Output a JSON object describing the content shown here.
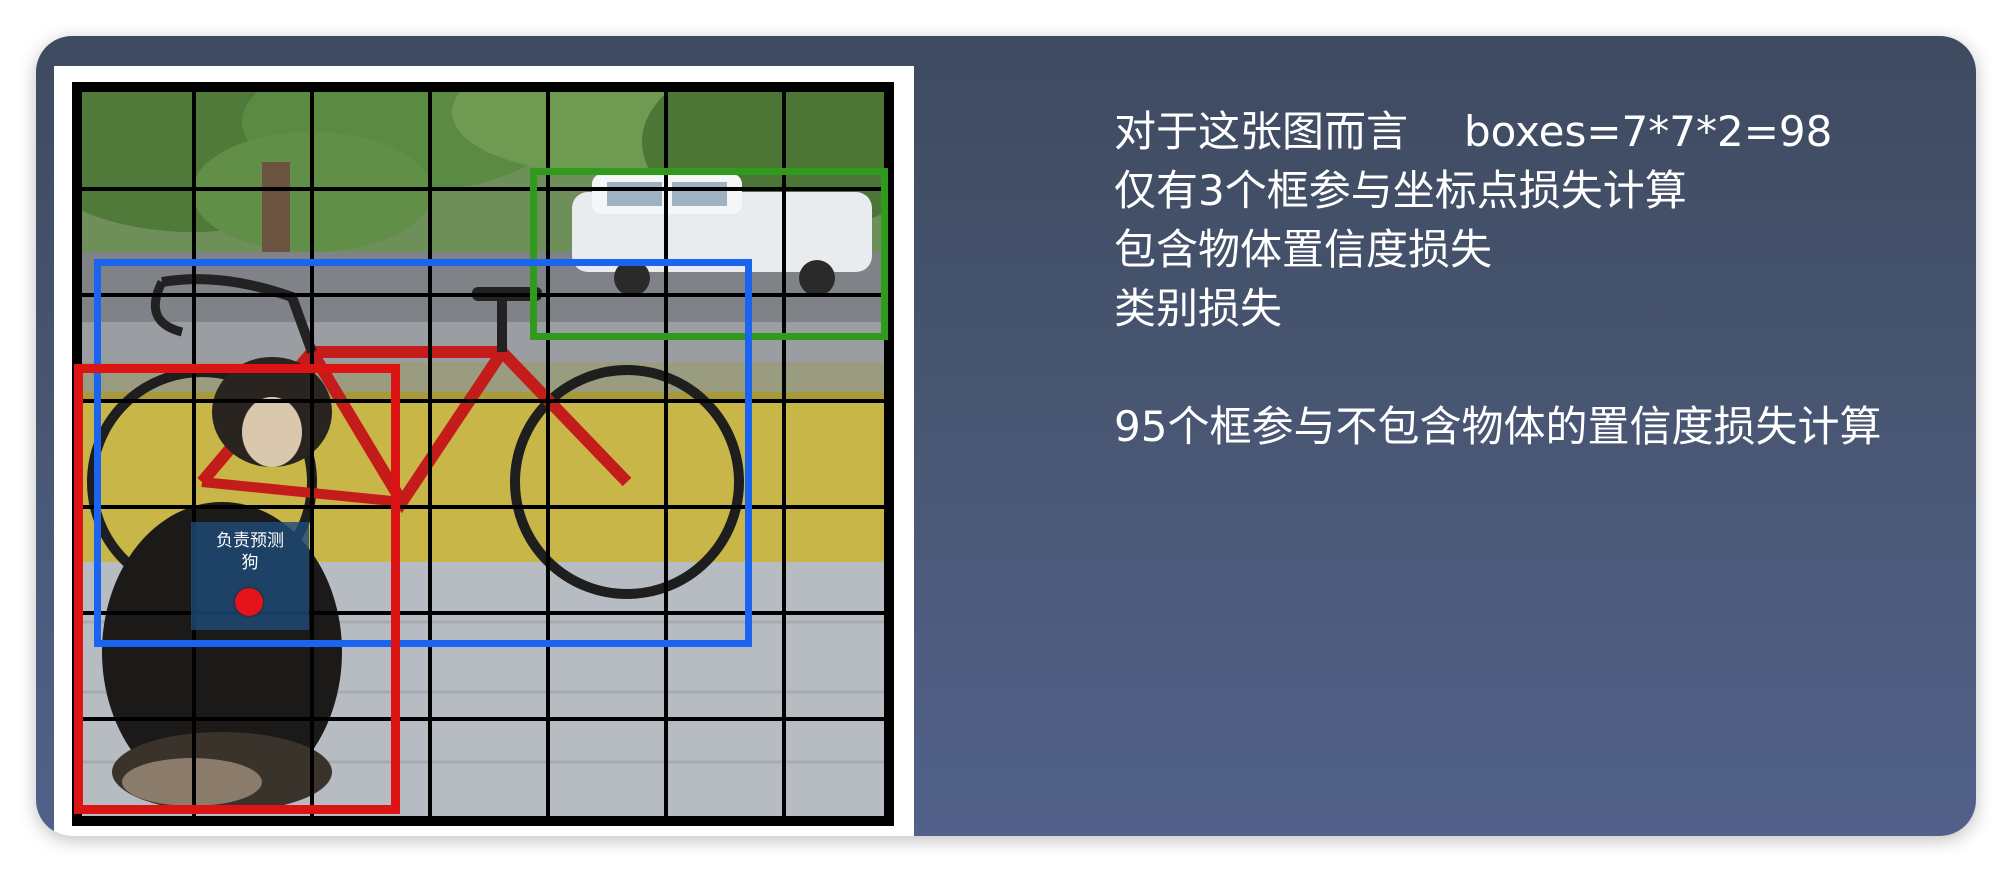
{
  "image": {
    "cell_label_line1": "负责预测",
    "cell_label_line2": "狗",
    "grid": {
      "rows": 7,
      "cols": 7
    },
    "boxes": [
      {
        "name": "car-bbox",
        "color": "#2f9a1b"
      },
      {
        "name": "bicycle-bbox",
        "color": "#1b64f0"
      },
      {
        "name": "dog-bbox",
        "color": "#dd1414"
      }
    ]
  },
  "explanation": {
    "line1_prefix": "对于这张图而言",
    "line1_formula": "boxes=7*7*2=98",
    "line2": "仅有3个框参与坐标点损失计算",
    "line3": "包含物体置信度损失",
    "line4": "类别损失",
    "line5": "95个框参与不包含物体的置信度损失计算"
  }
}
